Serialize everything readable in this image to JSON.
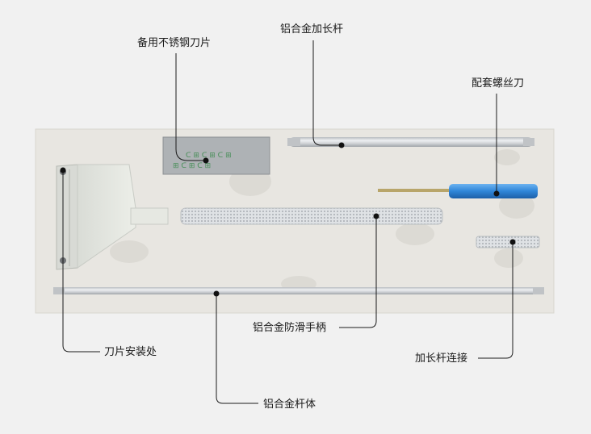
{
  "labels": {
    "spare_blade": "备用不锈钢刀片",
    "aluminum_extension_rod": "铝合金加长杆",
    "matching_screwdriver": "配套螺丝刀",
    "aluminum_antislip_handle": "铝合金防滑手柄",
    "blade_mount": "刀片安装处",
    "extension_rod_connector": "加长杆连接",
    "aluminum_rod_body": "铝合金杆体"
  },
  "colors": {
    "background": "#f1f1f1",
    "foam_tray": "#e8e6e1",
    "aluminum": "#cfd2d5",
    "screwdriver_handle": "#2f86d8",
    "callout_line": "#1a1a1a"
  }
}
